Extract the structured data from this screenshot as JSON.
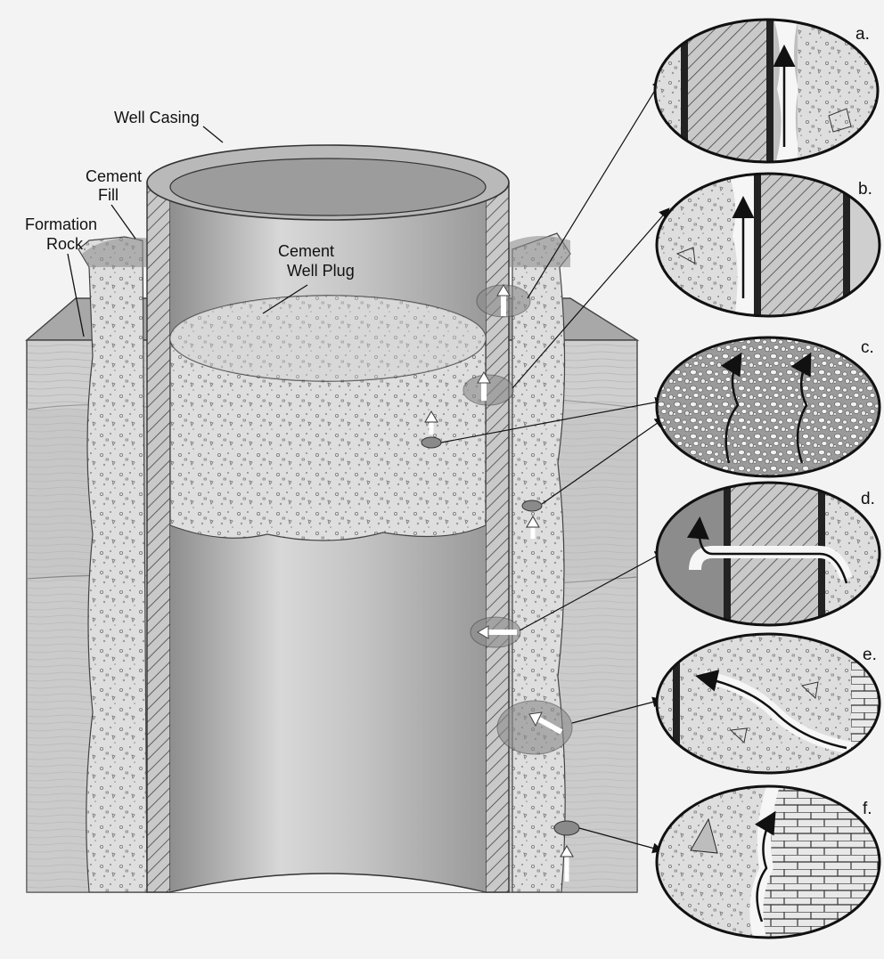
{
  "labels": {
    "well_casing": "Well Casing",
    "cement_fill_line1": "Cement",
    "cement_fill_line2": "Fill",
    "formation_rock_line1": "Formation",
    "formation_rock_line2": "Rock",
    "plug_line1": "Cement",
    "plug_line2": "Well Plug"
  },
  "insets": [
    {
      "letter": "a."
    },
    {
      "letter": "b."
    },
    {
      "letter": "c."
    },
    {
      "letter": "d."
    },
    {
      "letter": "e."
    },
    {
      "letter": "f."
    }
  ],
  "colors": {
    "cement": "#dcdcdc",
    "casing": "#bdbdbd",
    "rock": "#d2d2d2",
    "ink": "#111111"
  }
}
